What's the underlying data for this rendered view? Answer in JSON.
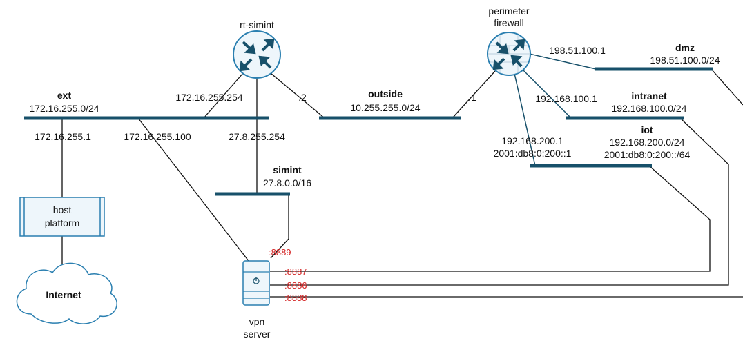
{
  "devices": {
    "router": {
      "name": "rt-simint",
      "icon": "router-icon"
    },
    "firewall": {
      "name_line1": "perimeter",
      "name_line2": "firewall",
      "icon": "firewall-icon"
    },
    "host": {
      "line1": "host",
      "line2": "platform"
    },
    "internet": {
      "label": "Internet",
      "icon": "cloud-icon"
    },
    "vpn": {
      "line1": "vpn",
      "line2": "server",
      "icon": "server-icon"
    }
  },
  "networks": {
    "ext": {
      "name": "ext",
      "cidr": "172.16.255.0/24"
    },
    "outside": {
      "name": "outside",
      "cidr": "10.255.255.0/24"
    },
    "simint": {
      "name": "simint",
      "cidr": "27.8.0.0/16"
    },
    "dmz": {
      "name": "dmz",
      "cidr": "198.51.100.0/24"
    },
    "intranet": {
      "name": "intranet",
      "cidr": "192.168.100.0/24"
    },
    "iot": {
      "name": "iot",
      "cidr": "192.168.200.0/24",
      "cidr6": "2001:db8:0:200::/64"
    }
  },
  "addresses": {
    "router_ext": "172.16.255.254",
    "router_outside": ".2",
    "router_simint": "27.8.255.254",
    "fw_outside": ".1",
    "fw_dmz": "198.51.100.1",
    "fw_intranet": "192.168.100.1",
    "fw_iot": "192.168.200.1",
    "fw_iot6": "2001:db8:0:200::1",
    "host_ext": "172.16.255.1",
    "vpn_ext": "172.16.255.100"
  },
  "ports": {
    "simint": ":8889",
    "iot": ":8887",
    "intranet": ":8886",
    "dmz": ":8888"
  },
  "colors": {
    "segment": "#17506a",
    "port_text": "#d32020",
    "device_fill": "#eef6fb",
    "device_stroke": "#2a7fb0"
  }
}
